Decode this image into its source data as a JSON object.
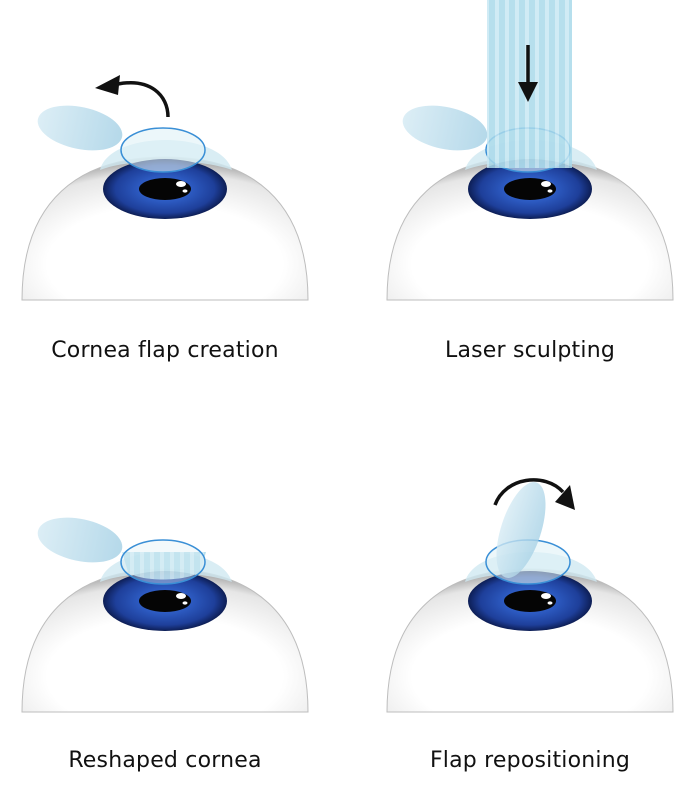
{
  "steps": [
    {
      "label": "Cornea flap creation"
    },
    {
      "label": "Laser sculpting"
    },
    {
      "label": "Reshaped cornea"
    },
    {
      "label": "Flap repositioning"
    }
  ],
  "colors": {
    "iris": "#1e3f9a",
    "cornea": "#bfe3ee",
    "ring": "#3a8fd6",
    "laser": "#a9d9ea",
    "arrow": "#111111"
  }
}
